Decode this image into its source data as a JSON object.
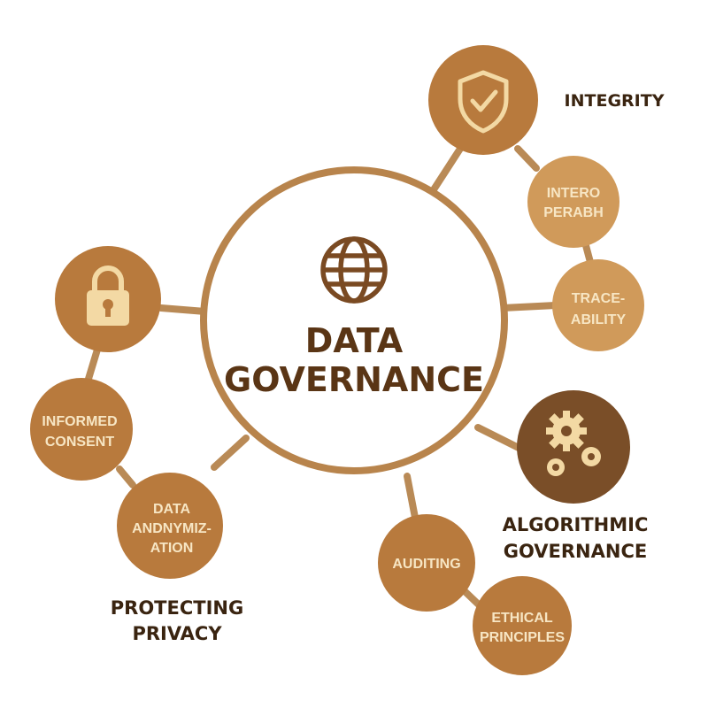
{
  "center": {
    "title_line1": "DATA",
    "title_line2": "GOVERNANCE",
    "icon": "globe-icon"
  },
  "nodes": {
    "integrity_icon": "shield-check-icon",
    "interoperability": {
      "line1": "INTERO",
      "line2": "PERABH"
    },
    "traceability": {
      "line1": "TRACE-",
      "line2": "ABILITY"
    },
    "algorithmic_icon": "gears-icon",
    "auditing": {
      "line1": "AUDITING"
    },
    "ethical_principles": {
      "line1": "ETHICAL",
      "line2": "PRINCIPLES"
    },
    "privacy_icon": "padlock-icon",
    "informed_consent": {
      "line1": "INFORMED",
      "line2": "CONSENT"
    },
    "data_anonymization": {
      "line1": "DATA",
      "line2": "ANDNYMIZ-",
      "line3": "ATION"
    }
  },
  "groups": {
    "integrity": "INTEGRITY",
    "algorithmic_line1": "ALGORITHMIC",
    "algorithmic_line2": "GOVERNANCE",
    "privacy_line1": "PROTECTING",
    "privacy_line2": "PRIVACY"
  },
  "colors": {
    "node_primary": "#b87a3d",
    "node_light": "#d09a5a",
    "node_dark": "#7a4e28",
    "connector": "#b98a56",
    "center_ring": "#b8844c",
    "label_dark": "#3a2410",
    "label_light": "#f7e6c4",
    "icon_cream": "#f3d9a4"
  }
}
